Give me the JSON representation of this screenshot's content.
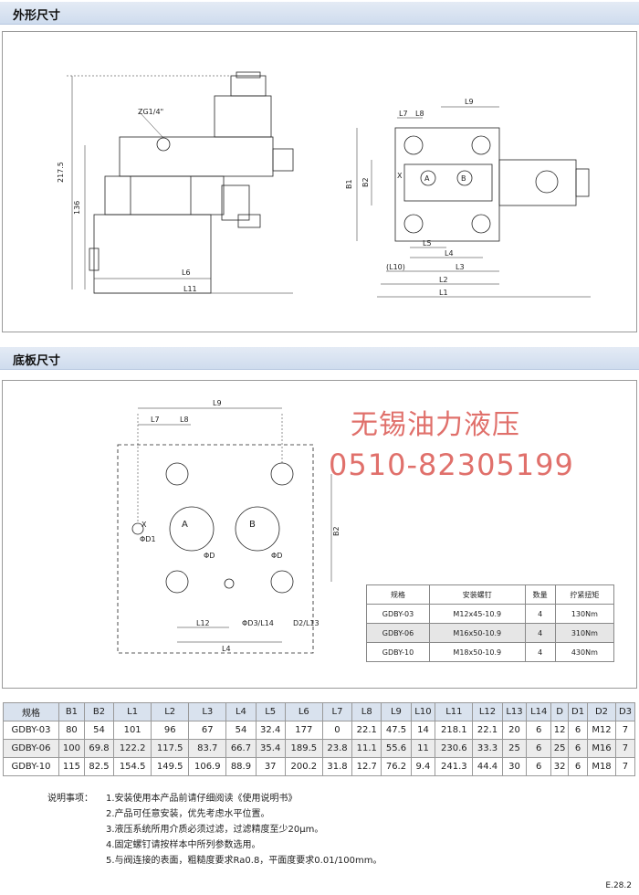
{
  "sections": {
    "outline": "外形尺寸",
    "subplate": "底板尺寸"
  },
  "outline_labels": {
    "port": "ZG1/4\"",
    "h1": "217.5",
    "h2": "136",
    "l6": "L6",
    "l11": "L11",
    "l7": "L7",
    "l8": "L8",
    "l9": "L9",
    "b1": "B1",
    "b2": "B2",
    "l5": "L5",
    "l4": "L4",
    "l10": "(L10)",
    "l3": "L3",
    "l2": "L2",
    "l1": "L1",
    "x": "X",
    "a": "A",
    "b": "B"
  },
  "subplate_labels": {
    "l9": "L9",
    "l7": "L7",
    "l8": "L8",
    "x": "X",
    "phi_d1": "ΦD1",
    "a": "A",
    "b": "B",
    "phi_d_a": "ΦD",
    "phi_d_b": "ΦD",
    "b2": "B2",
    "l12": "L12",
    "l4": "L4",
    "phi_d3": "ΦD3/L14",
    "d2": "D2/L13"
  },
  "watermark": {
    "company": "无锡油力液压",
    "phone": "0510-82305199"
  },
  "bolt_table": {
    "headers": [
      "规格",
      "安装螺钉",
      "数量",
      "拧紧扭矩"
    ],
    "rows": [
      [
        "GDBY-03",
        "M12x45-10.9",
        "4",
        "130Nm"
      ],
      [
        "GDBY-06",
        "M16x50-10.9",
        "4",
        "310Nm"
      ],
      [
        "GDBY-10",
        "M18x50-10.9",
        "4",
        "430Nm"
      ]
    ]
  },
  "dim_table": {
    "headers": [
      "规格",
      "B1",
      "B2",
      "L1",
      "L2",
      "L3",
      "L4",
      "L5",
      "L6",
      "L7",
      "L8",
      "L9",
      "L10",
      "L11",
      "L12",
      "L13",
      "L14",
      "D",
      "D1",
      "D2",
      "D3"
    ],
    "rows": [
      [
        "GDBY-03",
        "80",
        "54",
        "101",
        "96",
        "67",
        "54",
        "32.4",
        "177",
        "0",
        "22.1",
        "47.5",
        "14",
        "218.1",
        "22.1",
        "20",
        "6",
        "12",
        "6",
        "M12",
        "7"
      ],
      [
        "GDBY-06",
        "100",
        "69.8",
        "122.2",
        "117.5",
        "83.7",
        "66.7",
        "35.4",
        "189.5",
        "23.8",
        "11.1",
        "55.6",
        "11",
        "230.6",
        "33.3",
        "25",
        "6",
        "25",
        "6",
        "M16",
        "7"
      ],
      [
        "GDBY-10",
        "115",
        "82.5",
        "154.5",
        "149.5",
        "106.9",
        "88.9",
        "37",
        "200.2",
        "31.8",
        "12.7",
        "76.2",
        "9.4",
        "241.3",
        "44.4",
        "30",
        "6",
        "32",
        "6",
        "M18",
        "7"
      ]
    ]
  },
  "notes": {
    "lead": "说明事项：",
    "items": [
      "1.安装使用本产品前请仔细阅读《使用说明书》",
      "2.产品可任意安装，优先考虑水平位置。",
      "3.液压系统所用介质必须过滤，过滤精度至少20μm。",
      "4.固定螺钉请按样本中所列参数选用。",
      "5.与阀连接的表面，粗糙度要求Ra0.8，平面度要求0.01/100mm。"
    ]
  },
  "page_number": "E.28.2"
}
